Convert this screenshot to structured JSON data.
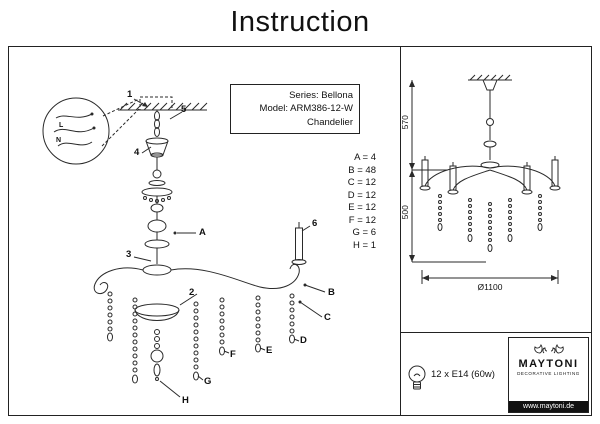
{
  "title": "Instruction",
  "info": {
    "series": "Series: Bellona",
    "model": "Model: ARM386-12-W",
    "product": "Chandelier"
  },
  "parts": [
    "A = 4",
    "B = 48",
    "C = 12",
    "D = 12",
    "E = 12",
    "F = 12",
    "G = 6",
    "H = 1"
  ],
  "callouts": {
    "n1": "1",
    "n2": "2",
    "n3": "3",
    "n4": "4",
    "n5": "5",
    "n6": "6",
    "A": "A",
    "B": "B",
    "C": "C",
    "D": "D",
    "E": "E",
    "F": "F",
    "G": "G",
    "H": "H"
  },
  "wiring": {
    "line": "L",
    "neutral": "N"
  },
  "dimensions": {
    "upper_height": "570",
    "lower_height": "500",
    "diameter": "Ø1100"
  },
  "lamps": {
    "spec": "12 x E14 (60w)"
  },
  "brand": {
    "name": "MAYTONI",
    "tagline": "DECORATIVE LIGHTING",
    "website": "www.maytoni.de"
  }
}
